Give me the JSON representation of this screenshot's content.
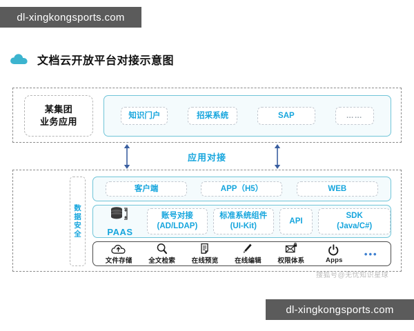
{
  "watermarks": {
    "top": "dl-xingkongsports.com",
    "bottom": "dl-xingkongsports.com",
    "faint": "搜狐号@无忧知识星球"
  },
  "header": {
    "logo_icon": "cloud-icon",
    "title": "文档云开放平台对接示意图"
  },
  "colors": {
    "accent_cyan": "#15a5dd",
    "teal_border": "#6fc4d8",
    "arrow_blue": "#3a5fa0",
    "watermark_gray": "#5b5b5b"
  },
  "top_section": {
    "label": {
      "line1": "某集团",
      "line2": "业务应用"
    },
    "apps": [
      {
        "label": "知识门户"
      },
      {
        "label": "招采系统"
      },
      {
        "label": "SAP"
      },
      {
        "label": "……"
      }
    ]
  },
  "link_layer": {
    "label": "应用对接",
    "arrow_icon": "double-arrow-vertical-icon"
  },
  "bottom_section": {
    "security_label": "数据安全",
    "clients": [
      {
        "label": "客户端"
      },
      {
        "label": "APP（H5）"
      },
      {
        "label": "WEB"
      }
    ],
    "paas": {
      "icon": "database-icon",
      "label": "PAAS"
    },
    "components": [
      {
        "label": "账号对接",
        "sub": "(AD/LDAP)"
      },
      {
        "label": "标准系统组件",
        "sub": "(UI-Kit)"
      },
      {
        "label": "API",
        "sub": ""
      },
      {
        "label": "SDK",
        "sub": "(Java/C#)"
      }
    ],
    "services": [
      {
        "label": "文件存储",
        "icon": "cloud-upload-icon"
      },
      {
        "label": "全文检索",
        "icon": "magnifier-icon"
      },
      {
        "label": "在线预览",
        "icon": "document-icon"
      },
      {
        "label": "在线编辑",
        "icon": "pen-icon"
      },
      {
        "label": "权限体系",
        "icon": "envelope-lock-icon"
      },
      {
        "label": "Apps",
        "icon": "power-icon"
      }
    ],
    "services_more": "•••"
  }
}
